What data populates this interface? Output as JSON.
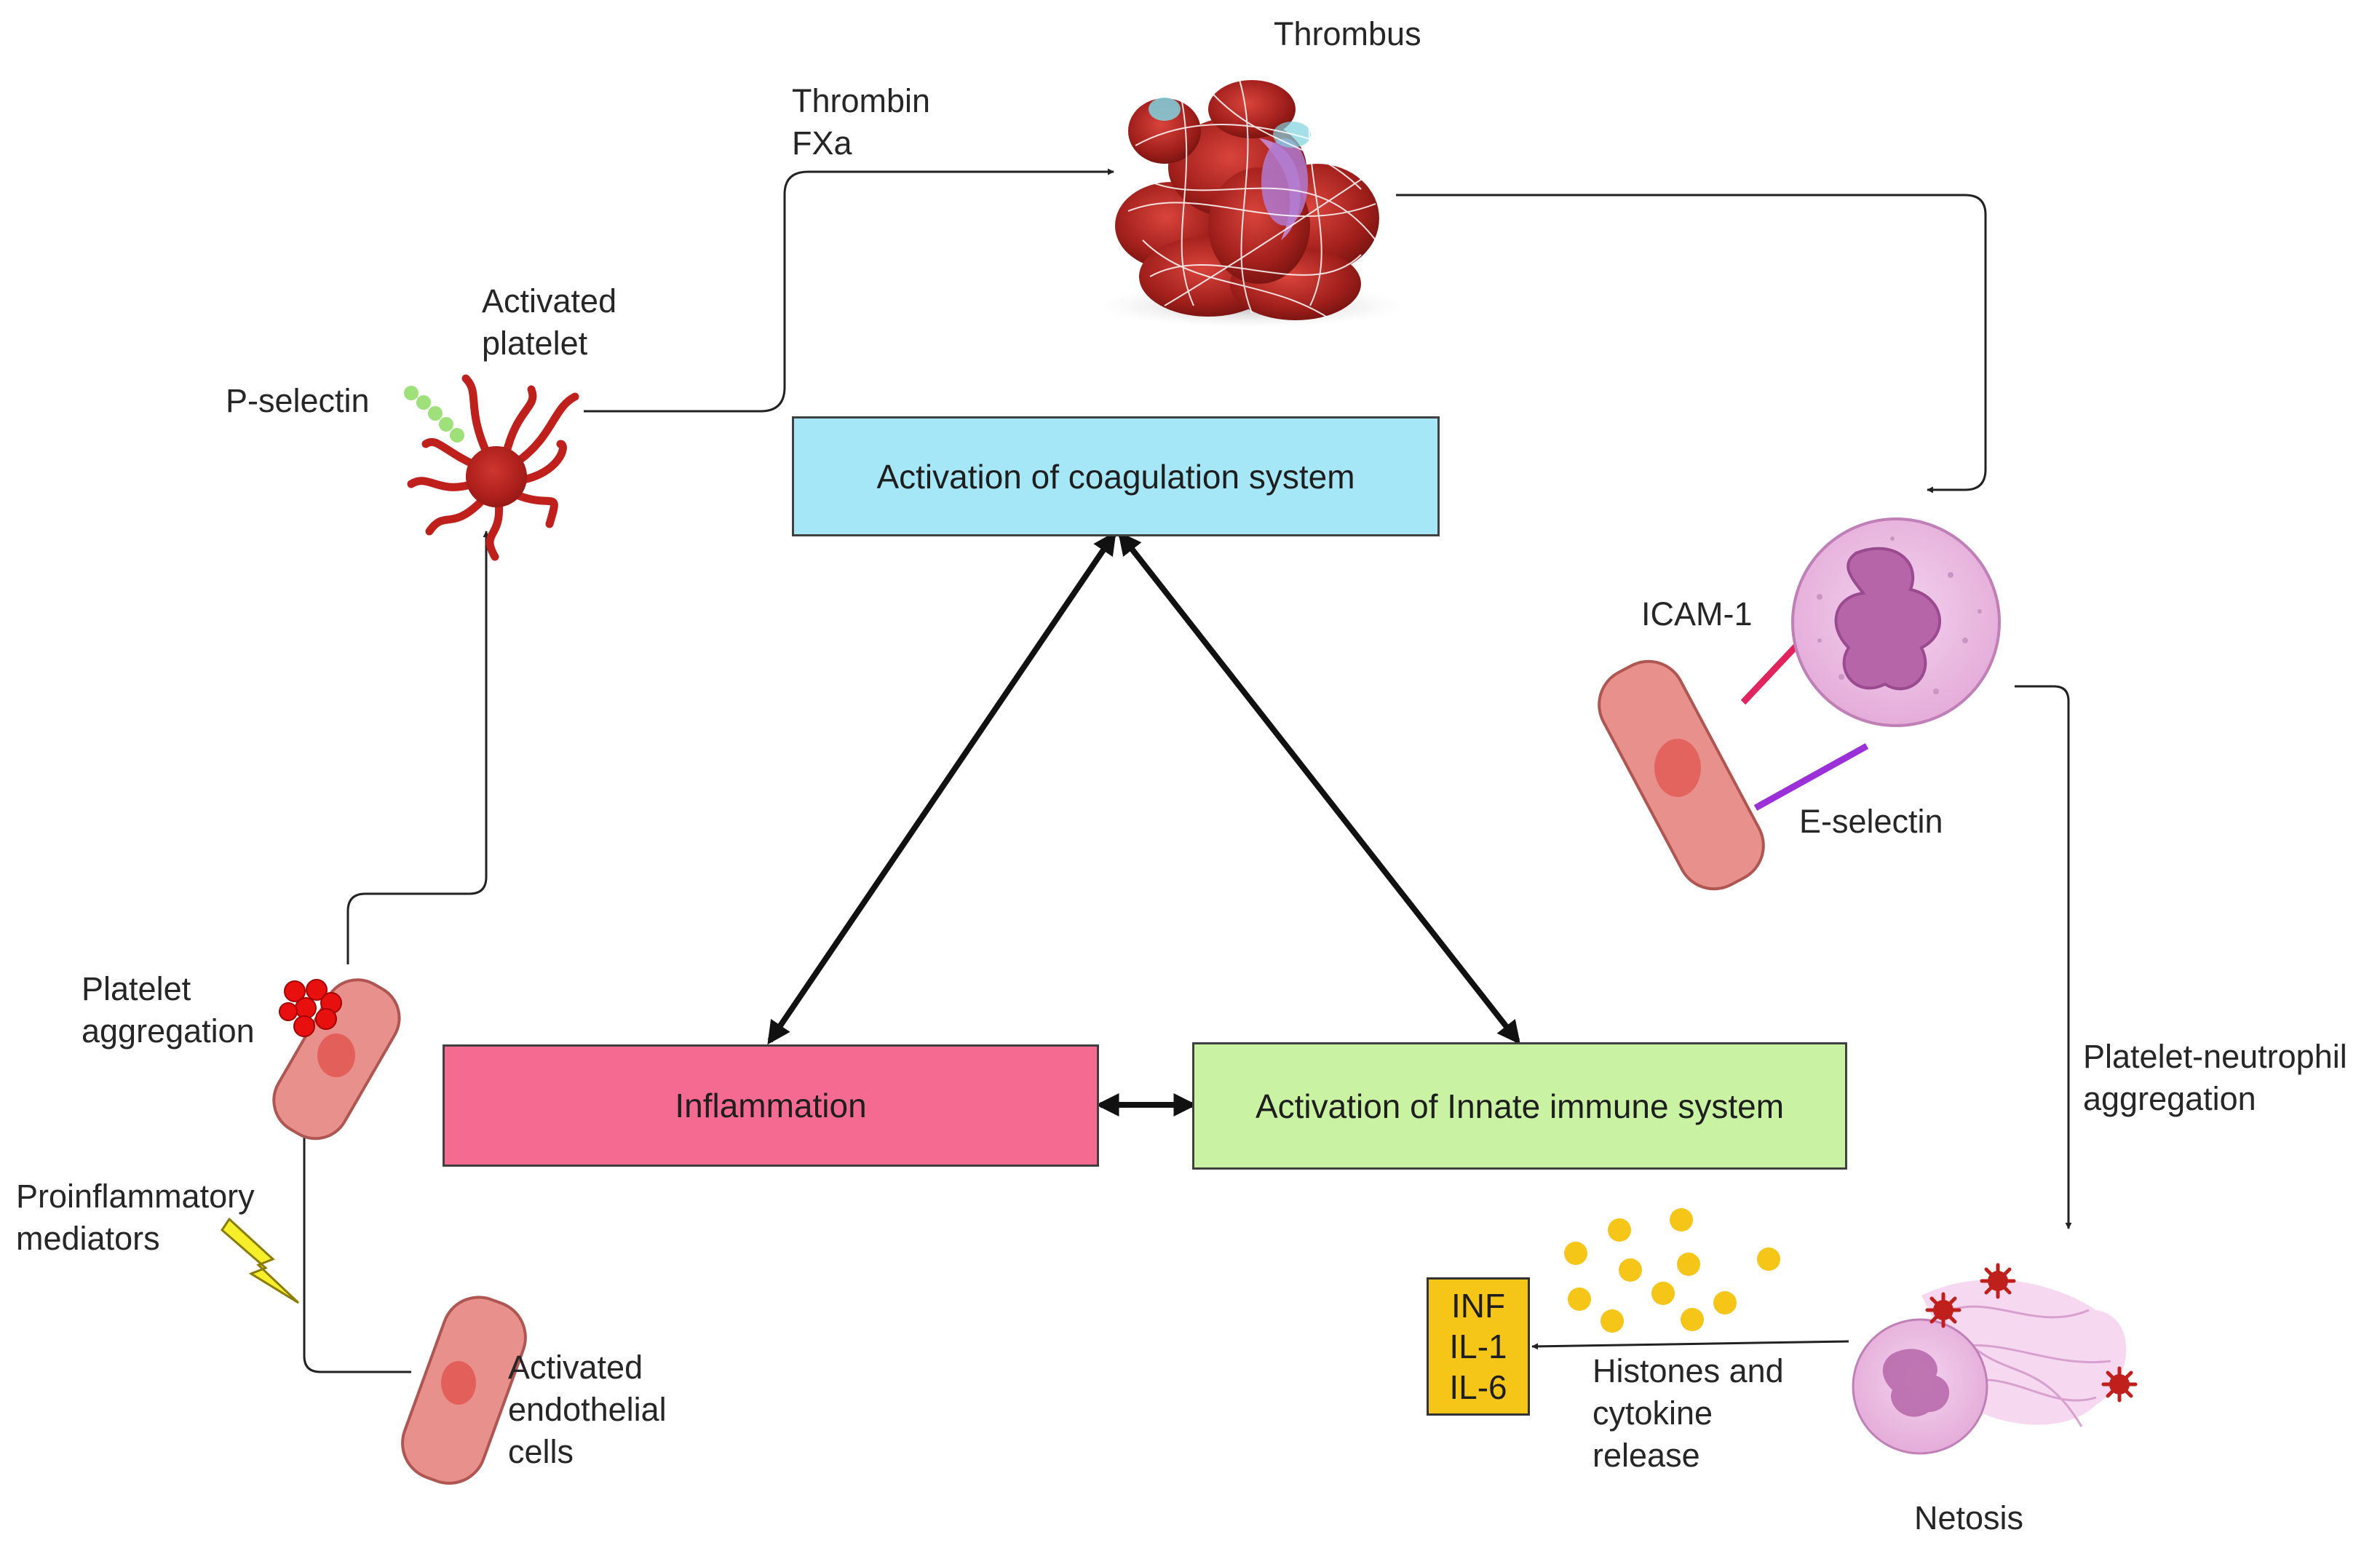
{
  "boxes": {
    "coagulation": "Activation of coagulation system",
    "inflammation": "Inflammation",
    "innate_immune": "Activation of Innate immune system"
  },
  "labels": {
    "thrombus": "Thrombus",
    "thrombin_fxa": "Thrombin\nFXa",
    "activated_platelet": "Activated\nplatelet",
    "p_selectin": "P-selectin",
    "icam1": "ICAM-1",
    "e_selectin": "E-selectin",
    "platelet_neutrophil": "Platelet-neutrophil\naggregation",
    "platelet_aggregation": "Platelet\naggregation",
    "proinflammatory": "Proinflammatory\nmediators",
    "activated_endothelial": "Activated\nendothelial\ncells",
    "histones": "Histones and\ncytokine\nrelease",
    "netosis": "Netosis"
  },
  "cytokines": [
    "INF",
    "IL-1",
    "IL-6"
  ],
  "colors": {
    "coagulation_box": "#a6e7f7",
    "inflammation_box": "#f56a91",
    "innate_box": "#c9f2a2",
    "cytokine_box": "#f5c518",
    "icam_line": "#e0245e",
    "eselectin_line": "#9b30d9",
    "granule": "#f5c518"
  }
}
